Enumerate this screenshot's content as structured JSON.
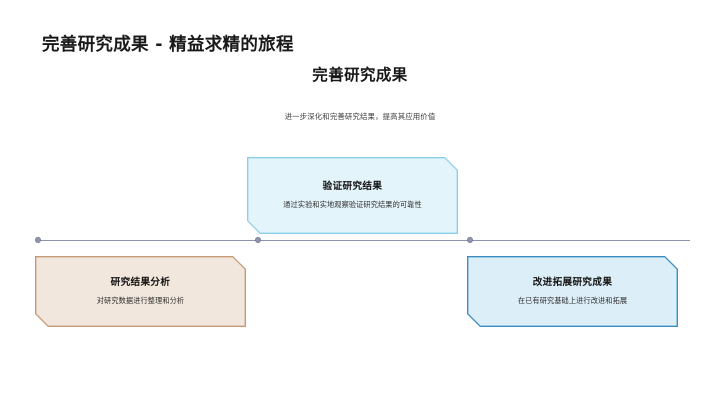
{
  "slide": {
    "title": "完善研究成果 - 精益求精的旅程",
    "section_title": "完善研究成果",
    "subtitle": "进一步深化和完善研究结果，提高其应用价值"
  },
  "timeline": {
    "markers": [
      "node-1",
      "node-2",
      "node-3"
    ],
    "line_color": "#8e94ad",
    "dot_color": "#9096ae"
  },
  "cards": [
    {
      "id": "verify",
      "title": "验证研究结果",
      "desc": "通过实验和实地观察验证研究结果的可靠性",
      "fill": "#e4f4fb",
      "border": "#8bd0e8"
    },
    {
      "id": "analysis",
      "title": "研究结果分析",
      "desc": "对研究数据进行整理和分析",
      "fill": "#f1e7dd",
      "border": "#c59a74"
    },
    {
      "id": "improve",
      "title": "改进拓展研究成果",
      "desc": "在已有研究基础上进行改进和拓展",
      "fill": "#dceef8",
      "border": "#3a8cc3"
    }
  ]
}
